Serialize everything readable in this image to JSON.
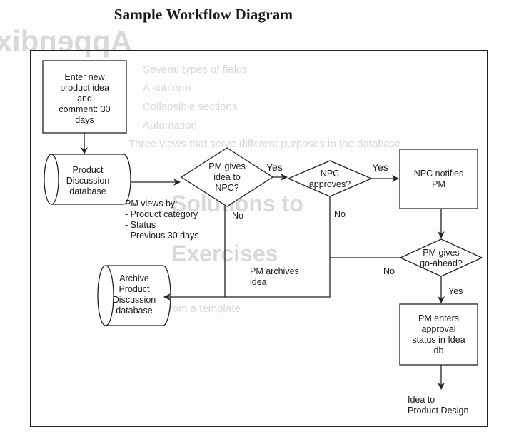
{
  "title": "Sample Workflow Diagram",
  "bleed_through": {
    "lines": [
      "Appendix A",
      "Several types of fields",
      "A subform",
      "Collapsible sections",
      "Automation",
      "Three views that serve different purposes in the database",
      "Solutions to",
      "Exercises",
      "...from a template"
    ]
  },
  "nodes": {
    "enter_idea": "Enter new\nproduct idea\nand\ncomment: 30\ndays",
    "product_db": "Product\nDiscussion\ndatabase",
    "pm_gives_idea": "PM gives\nidea to\nNPC?",
    "npc_approves": "NPC\napproves?",
    "npc_notifies": "NPC notifies\nPM",
    "pm_go_ahead": "PM gives\ngo-ahead?",
    "archive_db": "Archive\nProduct\nDiscussion\ndatabase",
    "pm_enters": "PM enters\napproval\nstatus in Idea\ndb",
    "idea_to_design": "Idea to\nProduct Design"
  },
  "labels": {
    "pm_views": "PM views by:\n- Product category\n- Status\n- Previous 30 days",
    "pm_archives": "PM archives\nidea",
    "yes1": "Yes",
    "yes2": "Yes",
    "yes3": "Yes",
    "no1": "No",
    "no2": "No",
    "no3": "No"
  },
  "colors": {
    "stroke": "#222222",
    "bleed": "#d6d6d6"
  }
}
